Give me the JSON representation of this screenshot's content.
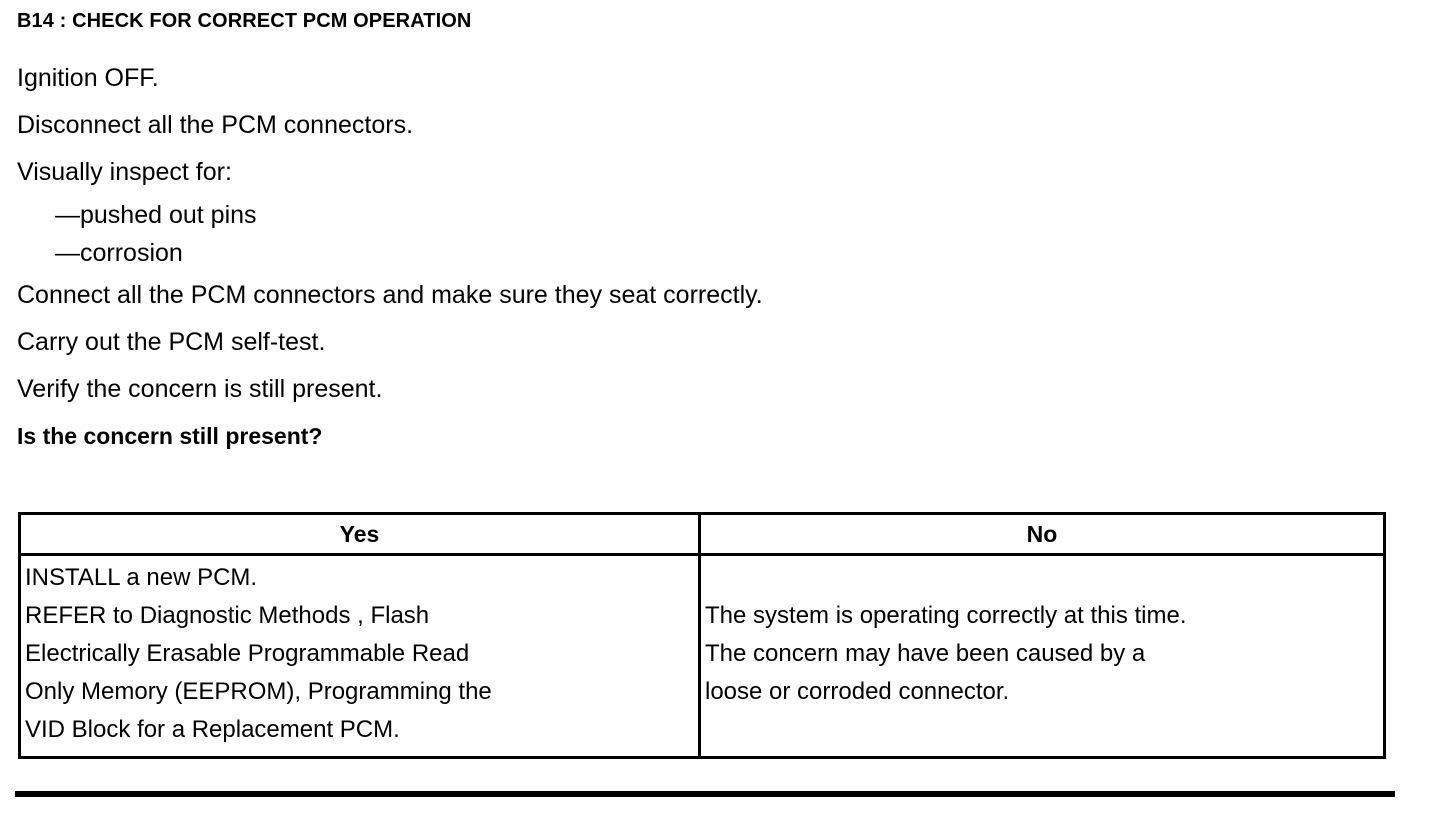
{
  "document": {
    "title": "B14 : CHECK FOR CORRECT PCM OPERATION",
    "steps": [
      {
        "text": "Ignition OFF.",
        "style": "normal"
      },
      {
        "text": "Disconnect all the PCM connectors.",
        "style": "normal"
      },
      {
        "text": "Visually inspect for:",
        "style": "normal"
      },
      {
        "text": "—pushed out pins",
        "style": "sub"
      },
      {
        "text": "—corrosion",
        "style": "sub"
      },
      {
        "text": "Connect all the PCM connectors and make sure they seat correctly.",
        "style": "normal"
      },
      {
        "text": "Carry out the PCM self-test.",
        "style": "normal"
      },
      {
        "text": "Verify the concern is still present.",
        "style": "normal"
      },
      {
        "text": "Is the concern still present?",
        "style": "bold"
      }
    ],
    "decision_table": {
      "headers": [
        "Yes",
        "No"
      ],
      "yes_cell": [
        "INSTALL a new PCM.",
        "REFER to Diagnostic Methods , Flash",
        "Electrically Erasable Programmable Read",
        "Only Memory  (EEPROM), Programming the",
        "VID Block for a Replacement PCM."
      ],
      "no_cell": [
        "The system is operating correctly at this time.",
        "The concern may have been caused by a",
        "loose or corroded connector."
      ]
    }
  },
  "colors": {
    "ink": "#000000",
    "page": "#ffffff"
  }
}
